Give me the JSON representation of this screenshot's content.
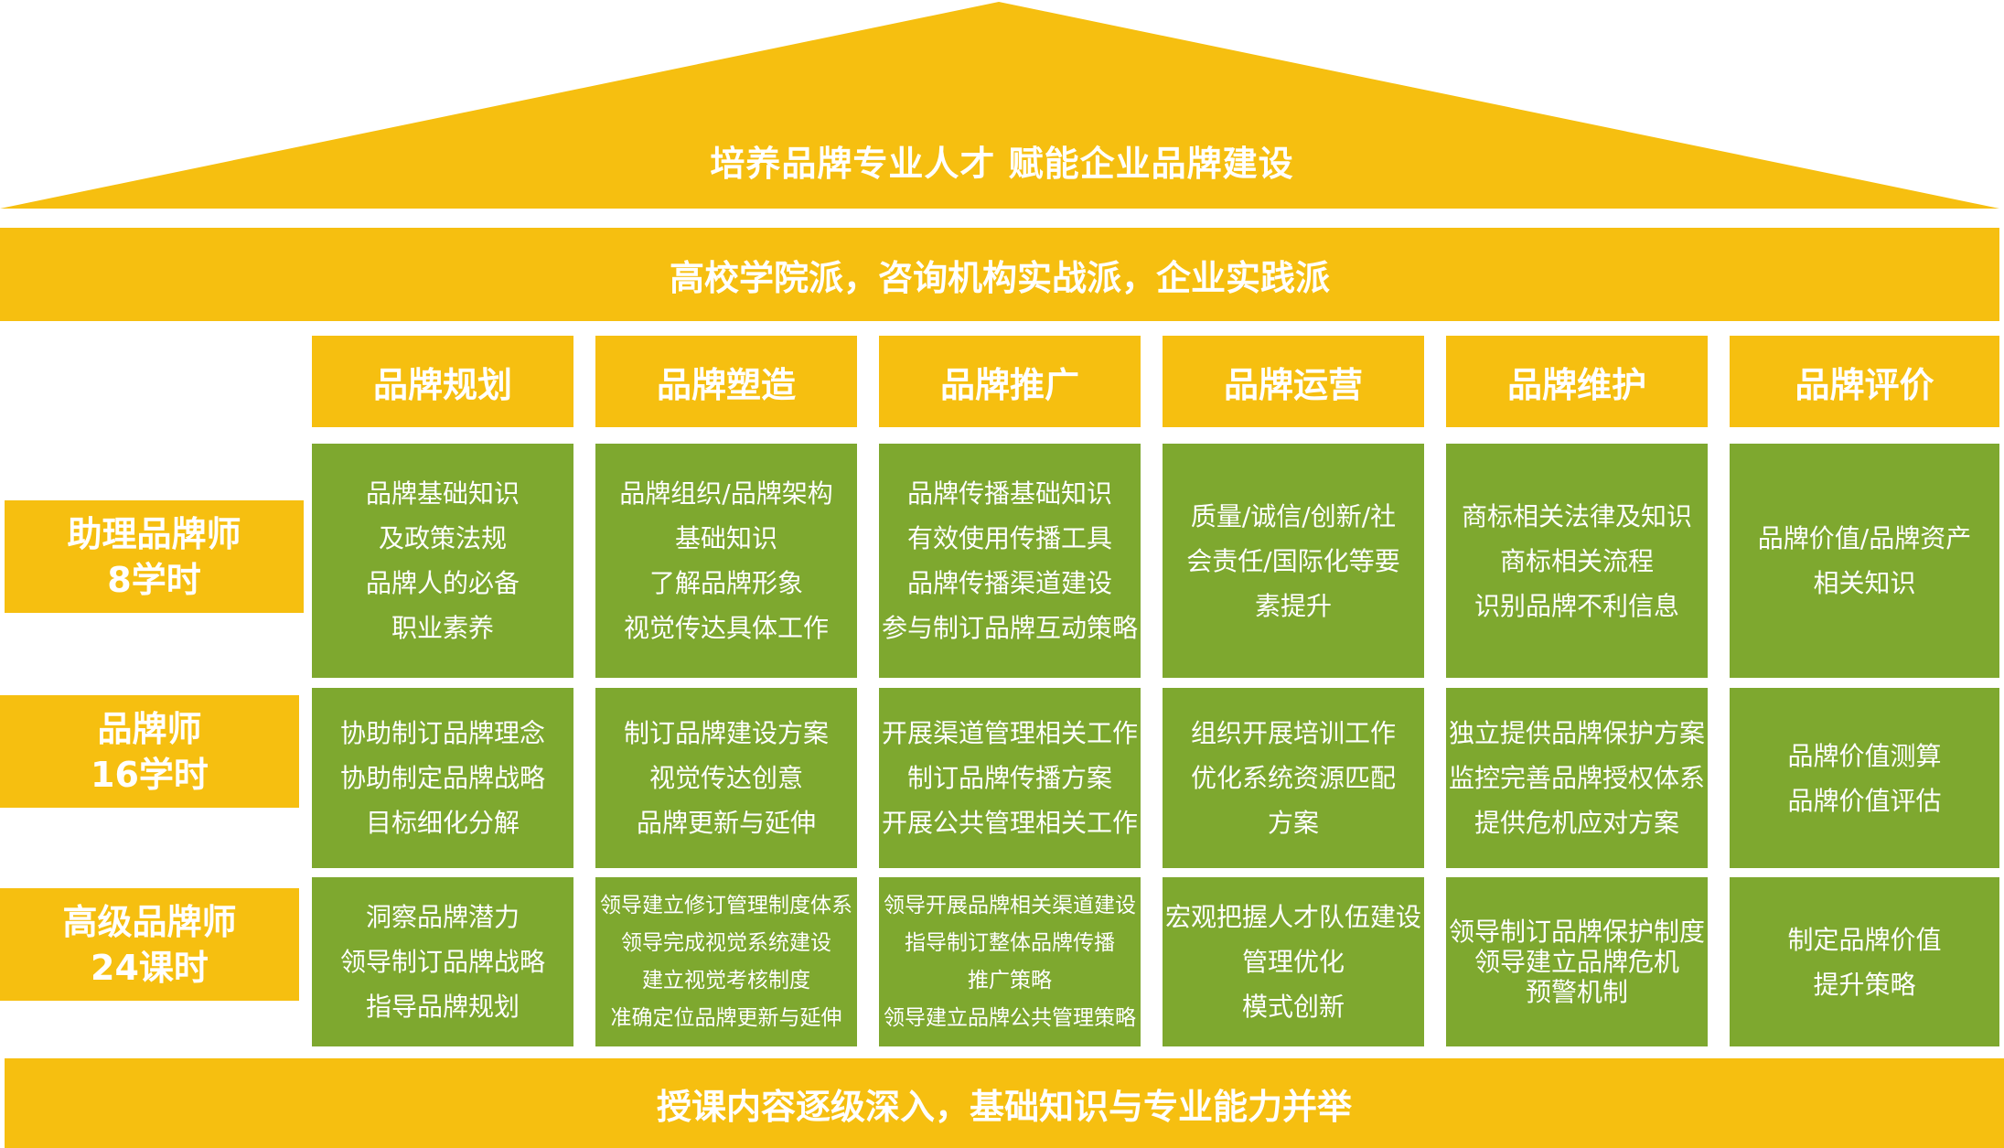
{
  "roof_title": "培养品牌专业人才  赋能企业品牌建设",
  "banner": "高校学院派，咨询机构实战派，企业实践派",
  "footer": "授课内容逐级深入，基础知识与专业能力并举",
  "columns": [
    "品牌规划",
    "品牌塑造",
    "品牌推广",
    "品牌运营",
    "品牌维护",
    "品牌评价"
  ],
  "rows": [
    {
      "title": "助理品牌师",
      "hours": "8学时",
      "cells": [
        [
          "品牌基础知识",
          "及政策法规",
          "品牌人的必备",
          "职业素养"
        ],
        [
          "品牌组织/品牌架构",
          "基础知识",
          "了解品牌形象",
          "视觉传达具体工作"
        ],
        [
          "品牌传播基础知识",
          "有效使用传播工具",
          "品牌传播渠道建设",
          "参与制订品牌互动策略"
        ],
        [
          "质量/诚信/创新/社",
          "会责任/国际化等要",
          "素提升"
        ],
        [
          "商标相关法律及知识",
          "商标相关流程",
          "识别品牌不利信息"
        ],
        [
          "品牌价值/品牌资产",
          "相关知识"
        ]
      ]
    },
    {
      "title": "品牌师",
      "hours": "16学时",
      "cells": [
        [
          "协助制订品牌理念",
          "协助制定品牌战略",
          "目标细化分解"
        ],
        [
          "制订品牌建设方案",
          "视觉传达创意",
          "品牌更新与延伸"
        ],
        [
          "开展渠道管理相关工作",
          "制订品牌传播方案",
          "开展公共管理相关工作"
        ],
        [
          "组织开展培训工作",
          "优化系统资源匹配",
          "方案"
        ],
        [
          "独立提供品牌保护方案",
          "监控完善品牌授权体系",
          "提供危机应对方案"
        ],
        [
          "品牌价值测算",
          "品牌价值评估"
        ]
      ]
    },
    {
      "title": "高级品牌师",
      "hours": "24课时",
      "cells": [
        [
          "洞察品牌潜力",
          "领导制订品牌战略",
          "指导品牌规划"
        ],
        [
          "领导建立修订管理制度体系",
          "领导完成视觉系统建设",
          "建立视觉考核制度",
          "准确定位品牌更新与延伸"
        ],
        [
          "领导开展品牌相关渠道建设",
          "指导制订整体品牌传播",
          "推广策略",
          "领导建立品牌公共管理策略"
        ],
        [
          "宏观把握人才队伍建设",
          "管理优化",
          "模式创新"
        ],
        [
          "领导制订品牌保护制度",
          "领导建立品牌危机",
          "预警机制"
        ],
        [
          "制定品牌价值",
          "提升策略"
        ]
      ]
    }
  ],
  "colors": {
    "yellow": "#f6bf10",
    "green": "#7ea82f",
    "text": "#ffffff"
  }
}
